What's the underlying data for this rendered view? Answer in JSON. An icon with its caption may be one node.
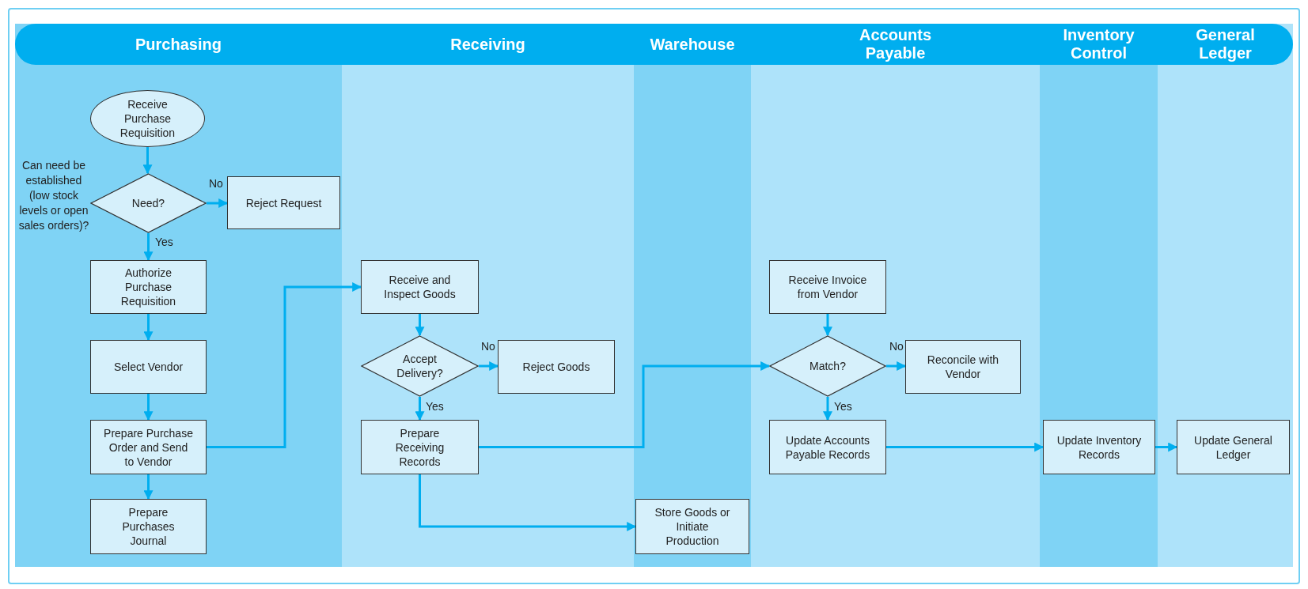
{
  "diagram": {
    "nodes": [
      {
        "text": [
          "Purchasing"
        ]
      },
      {
        "text": [
          "Receiving"
        ]
      },
      {
        "text": [
          "Warehouse"
        ]
      },
      {
        "text": [
          "Accounts Payable"
        ]
      },
      {
        "text": [
          "Inventory Control"
        ]
      },
      {
        "text": [
          "General Ledger"
        ]
      },
      {
        "text": [
          "Receive Purchase Requisition"
        ],
        "in": 0
      },
      {
        "text": [
          "Need?"
        ],
        "in": 0,
        "beside": [
          "Can need be established (low stock levels or open sales orders)?"
        ]
      },
      {
        "text": [
          "Reject Request"
        ],
        "in": 0
      },
      {
        "text": [
          "Authorize Purchase Requisition"
        ],
        "in": 0
      },
      {
        "text": [
          "Select Vendor"
        ],
        "in": 0
      },
      {
        "text": [
          "Prepare Purchase Order and Send to Vendor"
        ],
        "in": 0
      },
      {
        "text": [
          "Prepare Purchases Journal"
        ],
        "in": 0
      },
      {
        "text": [
          "Receive and Inspect Goods"
        ],
        "in": 1
      },
      {
        "text": [
          "Accept Delivery?"
        ],
        "in": 1
      },
      {
        "text": [
          "Reject Goods"
        ],
        "in": 1
      },
      {
        "text": [
          "Prepare Receiving Records"
        ],
        "in": 1
      },
      {
        "text": [
          "Store Goods or Initiate Production"
        ],
        "in": 2
      },
      {
        "text": [
          "Receive Invoice from Vendor"
        ],
        "in": 3
      },
      {
        "text": [
          "Match?"
        ],
        "in": 3
      },
      {
        "text": [
          "Reconcile with Vendor"
        ],
        "in": 3
      },
      {
        "text": [
          "Update Accounts Payable Records"
        ],
        "in": 3
      },
      {
        "text": [
          "Update Inventory Records"
        ],
        "in": 4
      },
      {
        "text": [
          "Update General Ledger"
        ],
        "in": 5
      }
    ],
    "edges": [
      {
        "from": 6,
        "to": 7,
        "arrow": "to"
      },
      {
        "from": 7,
        "to": 8,
        "arrow": "to",
        "label": "No"
      },
      {
        "from": 7,
        "to": 9,
        "arrow": "to",
        "label": "Yes"
      },
      {
        "from": 9,
        "to": 10,
        "arrow": "to"
      },
      {
        "from": 10,
        "to": 11,
        "arrow": "to"
      },
      {
        "from": 11,
        "to": 12,
        "arrow": "to"
      },
      {
        "from": 11,
        "to": 13,
        "arrow": "to"
      },
      {
        "from": 13,
        "to": 14,
        "arrow": "to"
      },
      {
        "from": 14,
        "to": 15,
        "arrow": "to",
        "label": "No"
      },
      {
        "from": 14,
        "to": 16,
        "arrow": "to",
        "label": "Yes"
      },
      {
        "from": 16,
        "to": 19,
        "arrow": "to"
      },
      {
        "from": 16,
        "to": 17,
        "arrow": "to"
      },
      {
        "from": 18,
        "to": 19,
        "arrow": "to"
      },
      {
        "from": 19,
        "to": 20,
        "arrow": "to",
        "label": "No"
      },
      {
        "from": 19,
        "to": 21,
        "arrow": "to",
        "label": "Yes"
      },
      {
        "from": 21,
        "to": 22,
        "arrow": "to"
      },
      {
        "from": 22,
        "to": 23,
        "arrow": "to"
      }
    ]
  }
}
